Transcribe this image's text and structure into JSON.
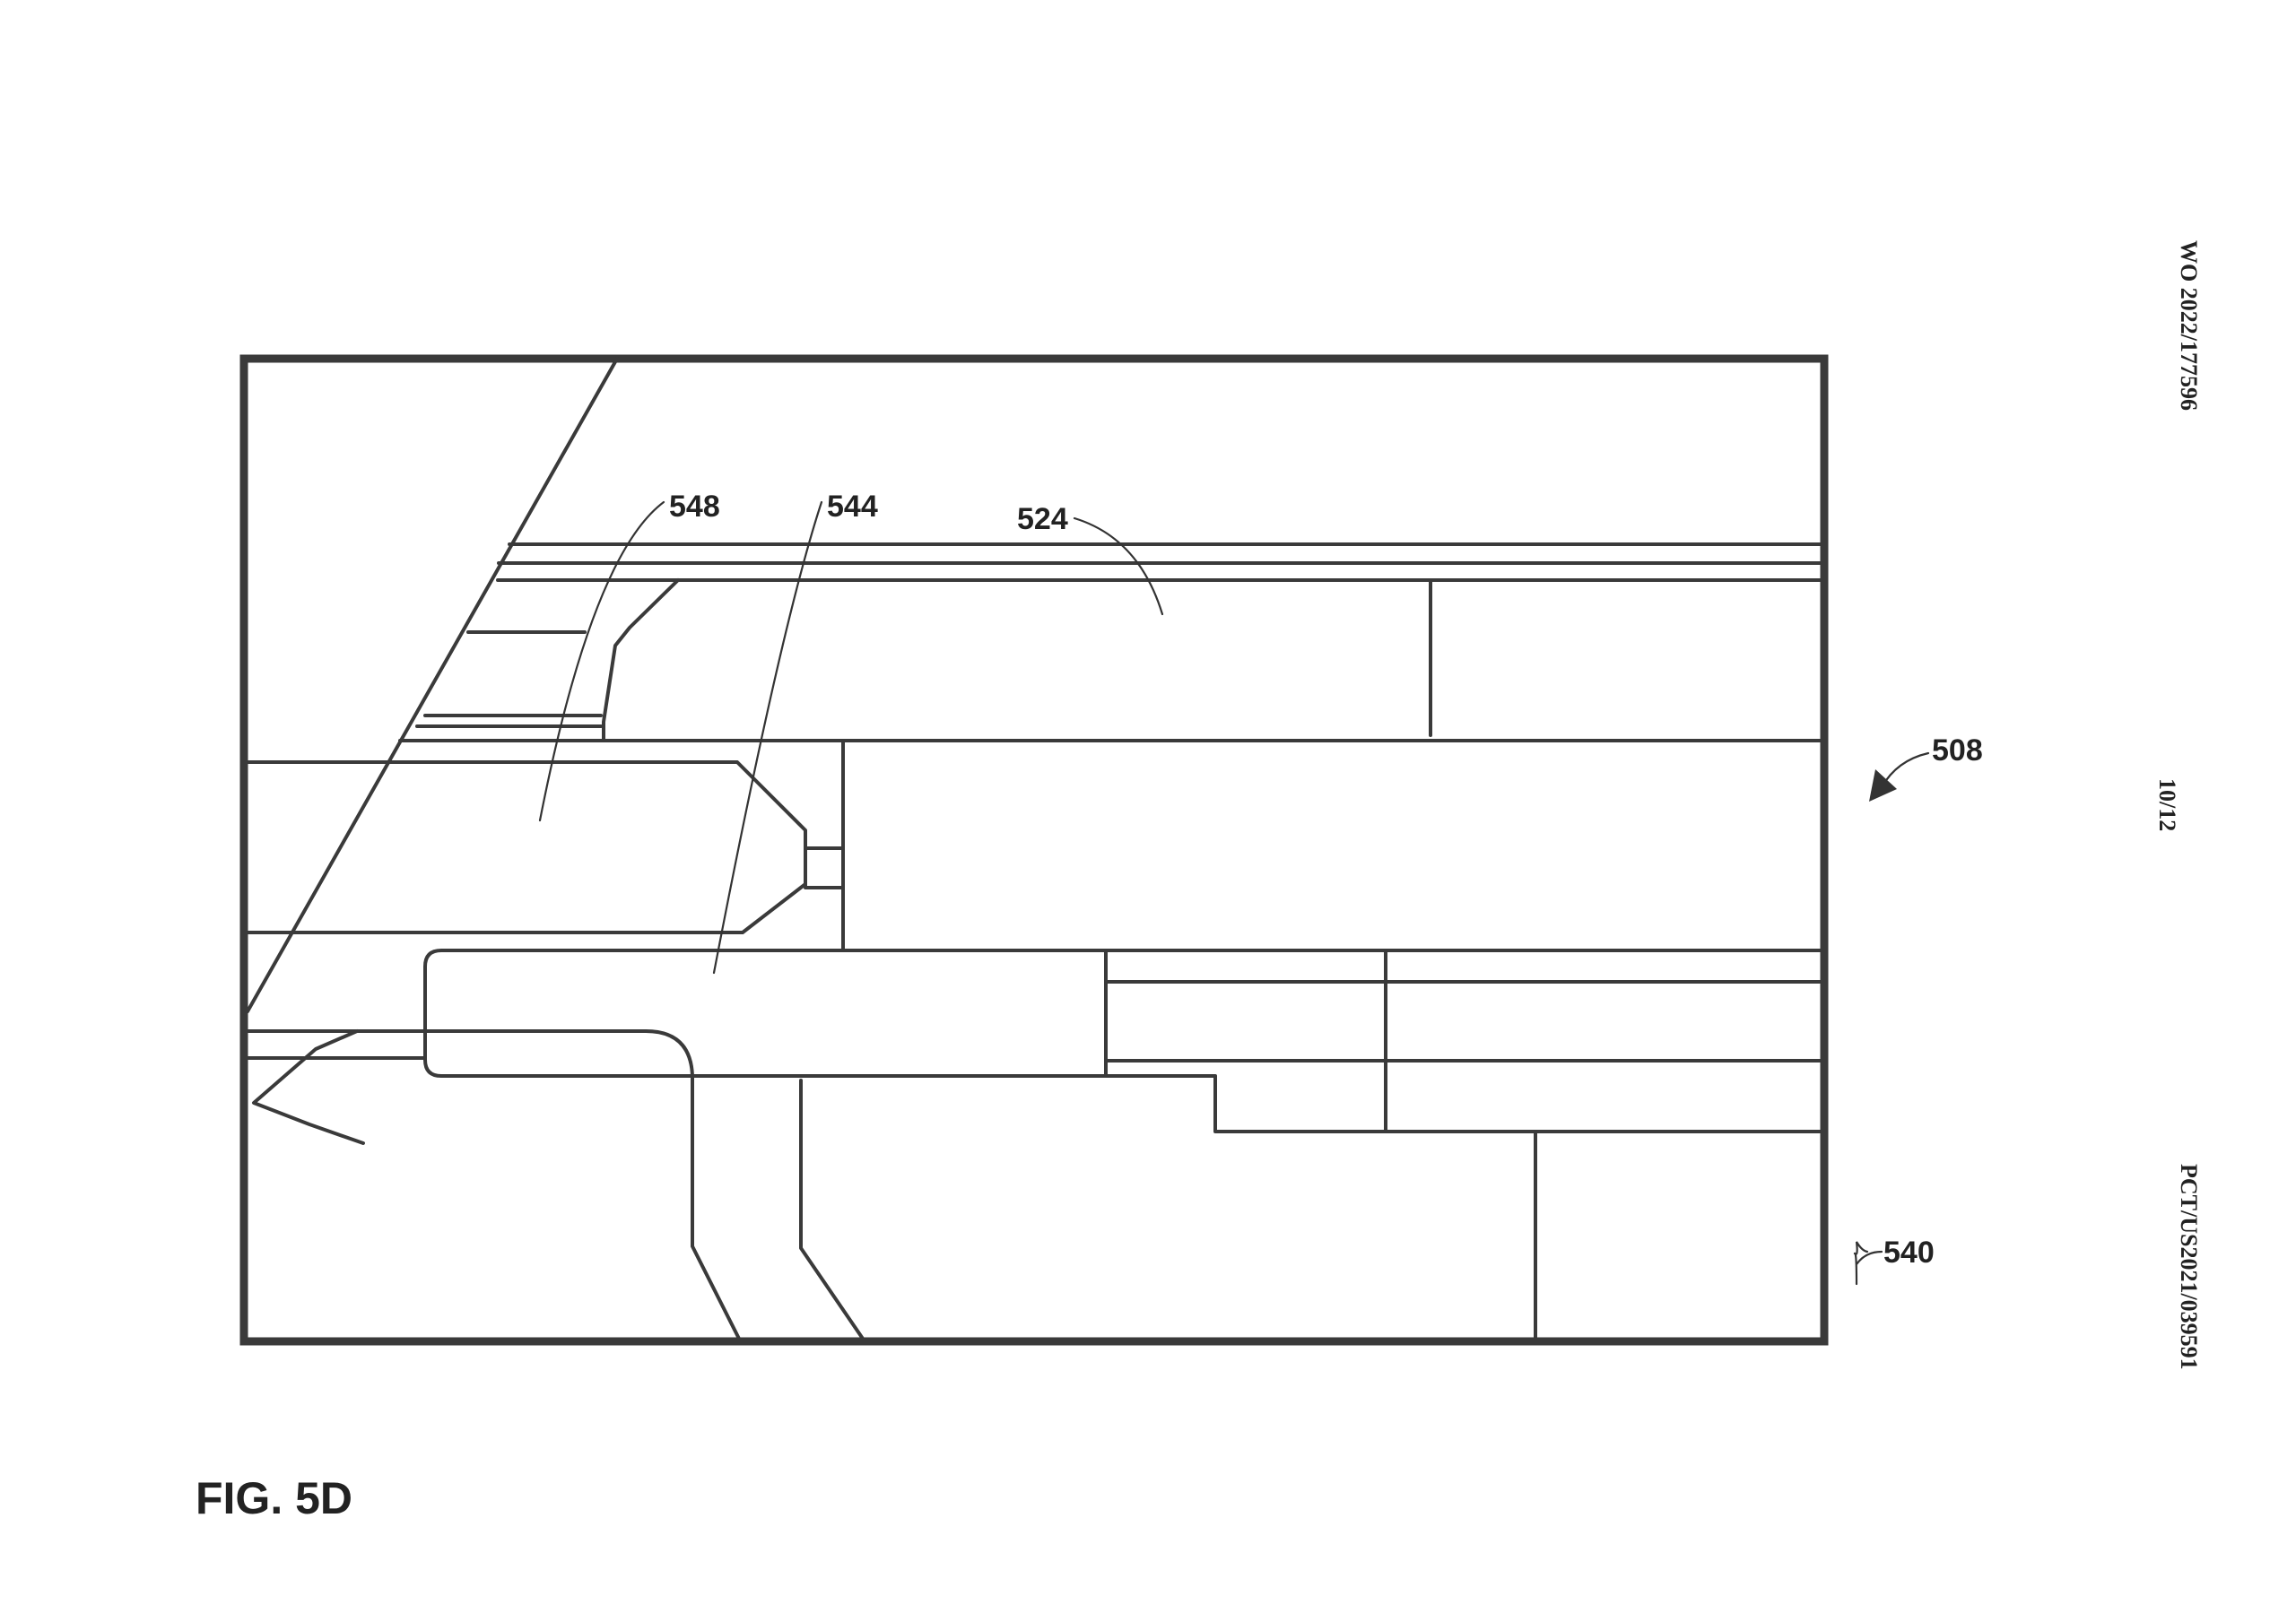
{
  "header": {
    "publication_number": "WO 2022/177596",
    "sheet": "10/12",
    "application_number": "PCT/US2021/039591"
  },
  "figure": {
    "title": "FIG. 5D",
    "labels": {
      "ref_548": "548",
      "ref_544": "544",
      "ref_524": "524",
      "ref_508": "508",
      "ref_540": "540"
    }
  },
  "colors": {
    "line": "#3a3a3a",
    "text": "#222222",
    "background": "#ffffff"
  }
}
